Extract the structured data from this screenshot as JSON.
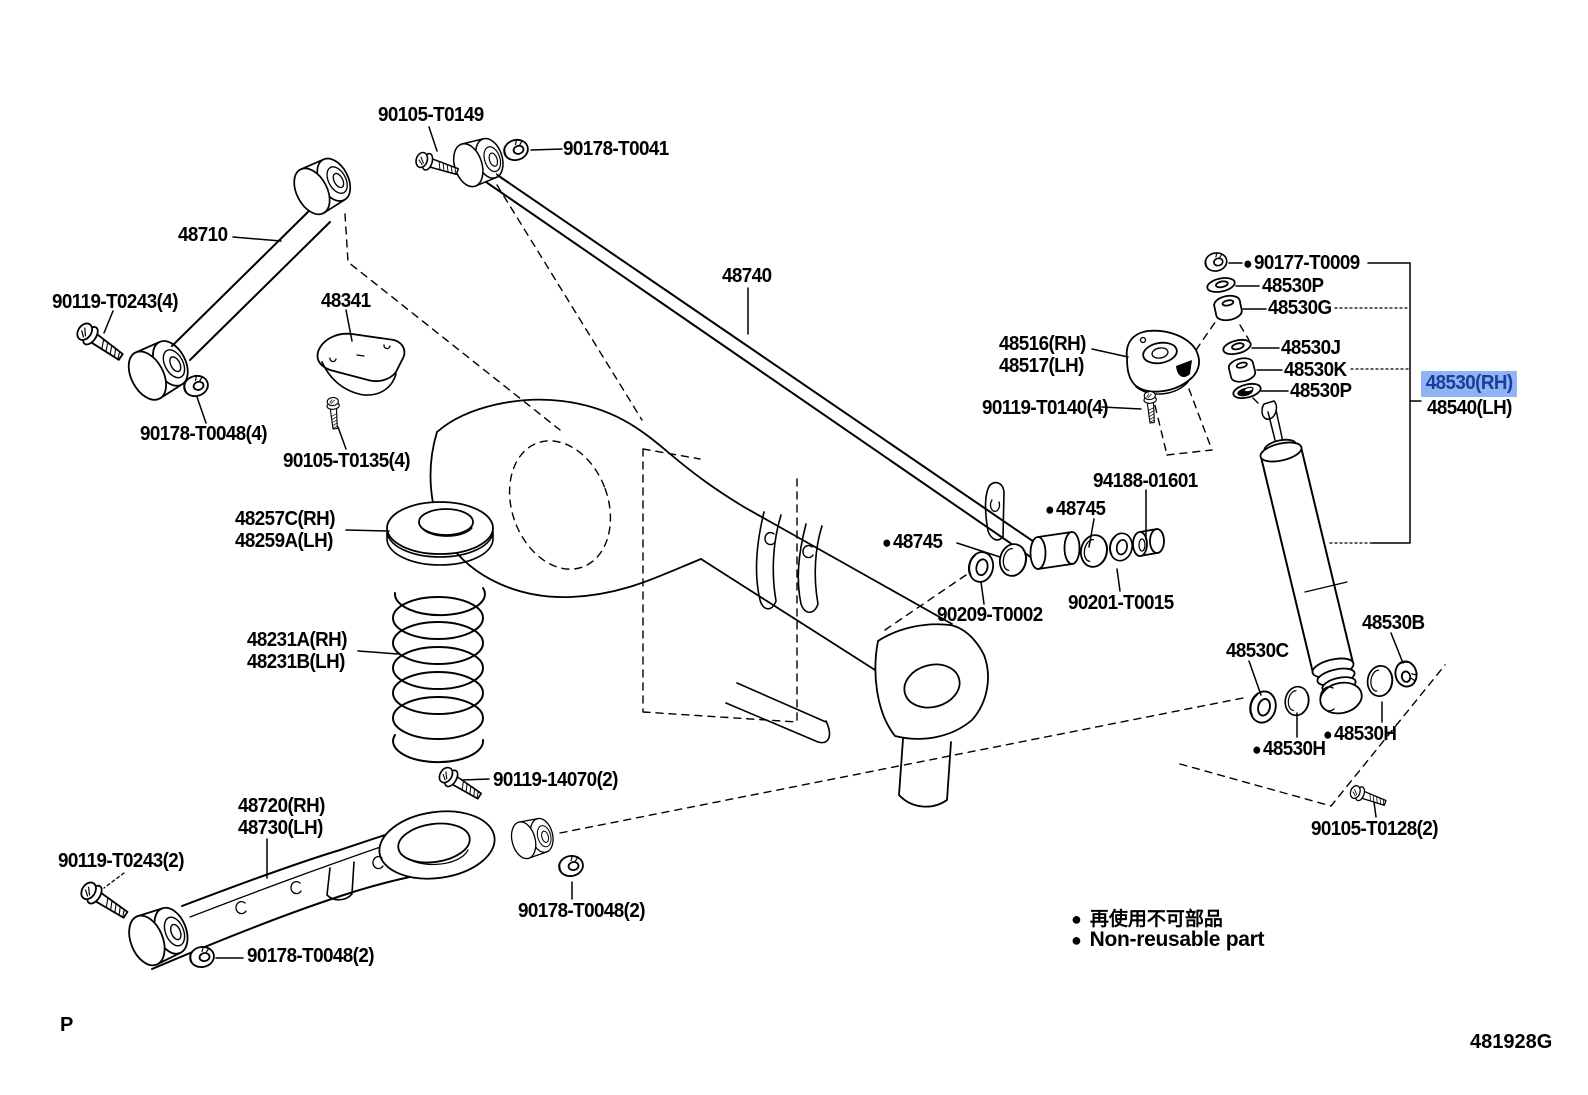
{
  "glyphs": {
    "bullet": "●"
  },
  "colors": {
    "line": "#000000",
    "highlight_bg": "#8FB4F1",
    "highlight_text": "#1C3C9C"
  },
  "legend": {
    "jp": "再使用不可部品",
    "en": "Non-reusable part"
  },
  "footer": {
    "page_letter": "P",
    "figure_code": "481928G"
  },
  "labels": [
    {
      "text": "90105-T0149"
    },
    {
      "text": "90178-T0041"
    },
    {
      "text": "48710"
    },
    {
      "text": "90119-T0243(4)"
    },
    {
      "text": "48341"
    },
    {
      "text": "90178-T0048(4)"
    },
    {
      "text": "90105-T0135(4)"
    },
    {
      "text": "48740"
    },
    {
      "text": "48516(RH)"
    },
    {
      "text": "48517(LH)"
    },
    {
      "text": "90119-T0140(4)"
    },
    {
      "text": "90177-T0009",
      "non_reusable": true
    },
    {
      "text": "48530P"
    },
    {
      "text": "48530G"
    },
    {
      "text": "48530J"
    },
    {
      "text": "48530K"
    },
    {
      "text": "48530P"
    },
    {
      "text": "48530(RH)",
      "highlighted": true
    },
    {
      "text": "48540(LH)"
    },
    {
      "text": "94188-01601"
    },
    {
      "text": "48745",
      "non_reusable": true
    },
    {
      "text": "48745",
      "non_reusable": true
    },
    {
      "text": "90209-T0002"
    },
    {
      "text": "90201-T0015"
    },
    {
      "text": "48257C(RH)"
    },
    {
      "text": "48259A(LH)"
    },
    {
      "text": "48231A(RH)"
    },
    {
      "text": "48231B(LH)"
    },
    {
      "text": "48530C"
    },
    {
      "text": "48530B"
    },
    {
      "text": "48530H",
      "non_reusable": true
    },
    {
      "text": "48530H",
      "non_reusable": true
    },
    {
      "text": "90105-T0128(2)"
    },
    {
      "text": "90119-14070(2)"
    },
    {
      "text": "48720(RH)"
    },
    {
      "text": "48730(LH)"
    },
    {
      "text": "90119-T0243(2)"
    },
    {
      "text": "90178-T0048(2)"
    },
    {
      "text": "90178-T0048(2)"
    }
  ]
}
